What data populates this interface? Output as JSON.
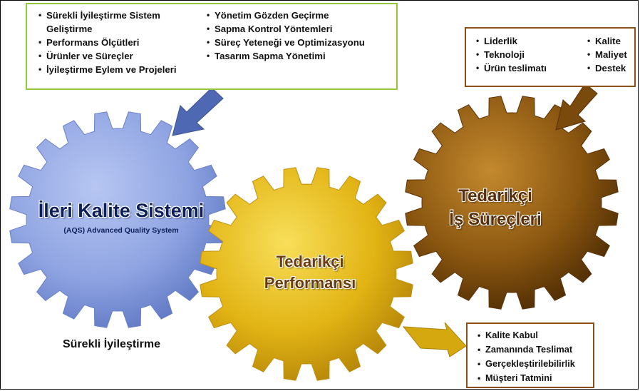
{
  "aqs_box": {
    "col1": [
      "Sürekli İyileştirme Sistem Geliştirme",
      "Performans Ölçütleri",
      "Ürünler ve Süreçler",
      "İyileştirme Eylem ve Projeleri"
    ],
    "col2": [
      "Yönetim Gözden Geçirme",
      "Sapma Kontrol Yöntemleri",
      "Süreç Yeteneği ve Optimizasyonu",
      "Tasarım Sapma Yönetimi"
    ]
  },
  "business_box": {
    "col1": [
      "Liderlik",
      "Teknoloji",
      "Ürün teslimatı"
    ],
    "col2": [
      "Kalite",
      "Maliyet",
      "Destek"
    ]
  },
  "performance_box": {
    "items": [
      "Kalite Kabul",
      "Zamanında Teslimat",
      "Gerçekleştirilebilirlik",
      "Müşteri Tatmini"
    ]
  },
  "gears": {
    "quality_system": {
      "title": "İleri Kalite Sistemi",
      "subtitle": "(AQS) Advanced Quality System"
    },
    "supplier_performance": {
      "line1": "Tedarikçi",
      "line2": "Performansı"
    },
    "supplier_business": {
      "line1": "Tedarikçi",
      "line2": "İş Süreçleri"
    }
  },
  "caption": "Sürekli İyileştirme",
  "colors": {
    "blue_gear": "#8fa4e2",
    "gold_gear": "#e2b414",
    "brown_gear": "#7a4a0c",
    "green_border": "#93c83e",
    "brown_border": "#8a4f14",
    "blue_arrow": "#4e68b3",
    "brown_arrow": "#7a4a0c",
    "gold_arrow": "#d4a80e"
  }
}
